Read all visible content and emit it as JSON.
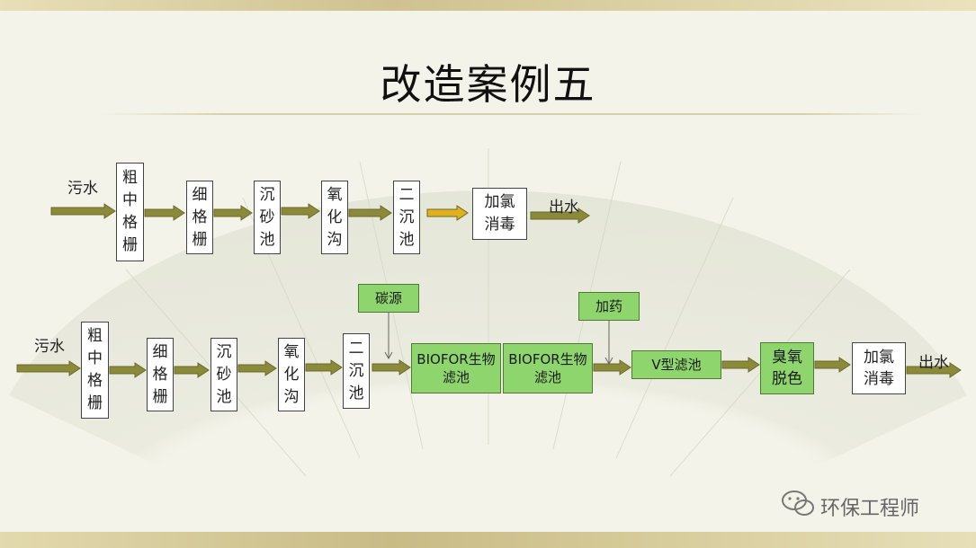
{
  "title": "改造案例五",
  "row1": {
    "input": "污水",
    "output": "出水",
    "steps": [
      "粗中格栅",
      "细格栅",
      "沉砂池",
      "氧化沟",
      "二沉池",
      "加氯消毒"
    ]
  },
  "row2": {
    "input": "污水",
    "output": "出水",
    "steps": [
      "粗中格栅",
      "细格栅",
      "沉砂池",
      "氧化沟",
      "二沉池",
      "BIOFOR生物滤池",
      "BIOFOR生物滤池",
      "V型滤池",
      "臭氧脱色",
      "加氯消毒"
    ],
    "additives": [
      "碳源",
      "加药"
    ]
  },
  "watermark": "环保工程师",
  "colors": {
    "arrow": "#8a8a3a",
    "arrow_highlight": "#e0b020",
    "new_unit": "#8fd56e",
    "box_border": "#444444"
  }
}
